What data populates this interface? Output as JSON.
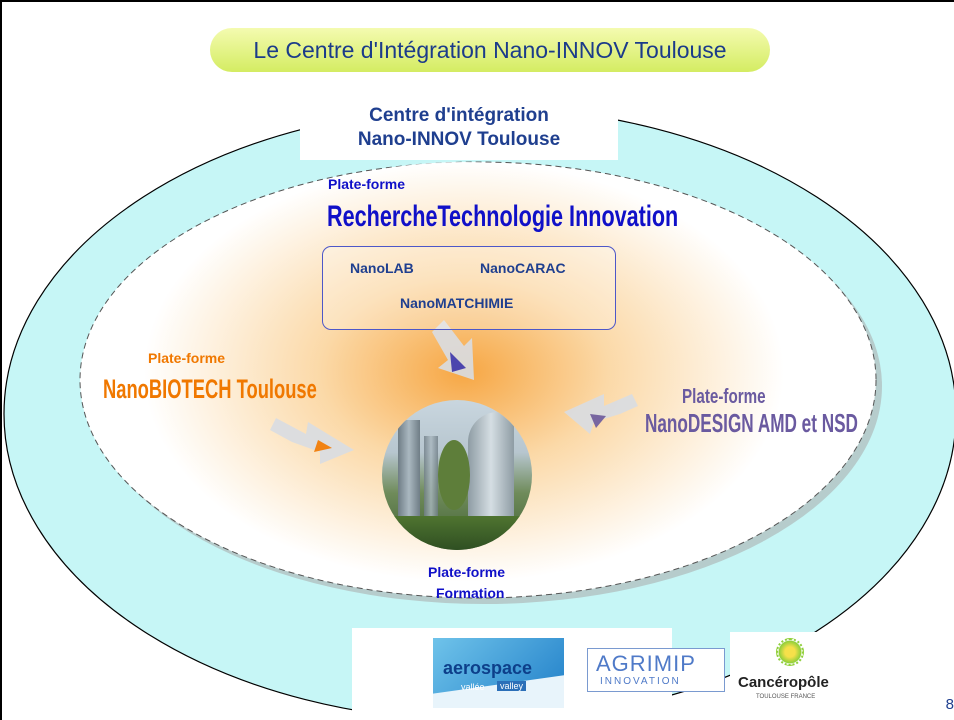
{
  "title": "Le Centre d'Intégration Nano-INNOV Toulouse",
  "center": {
    "line1": "Centre d'intégration",
    "line2": "Nano-INNOV Toulouse"
  },
  "platforms": {
    "rti": {
      "label": "Plate-forme",
      "name": "RechercheTechnologie Innovation",
      "items": [
        "NanoLAB",
        "NanoCARAC",
        "NanoMATCHIMIE"
      ]
    },
    "biotech": {
      "label": "Plate-forme",
      "name": "NanoBIOTECH Toulouse"
    },
    "design": {
      "label": "Plate-forme",
      "name": "NanoDESIGN AMD et NSD"
    },
    "formation": {
      "label": "Plate-forme",
      "name": "Formation"
    }
  },
  "logos": {
    "aerospace_main": "aerospace",
    "aerospace_sub1": "vallée",
    "aerospace_sub2": "valley",
    "agrimip_main": "AGRIMIP",
    "agrimip_sub": "INNOVATION",
    "cancero_main": "Cancéropôle",
    "cancero_sub": "TOULOUSE FRANCE"
  },
  "page_number": "8",
  "colors": {
    "title_text": "#1b3b8a",
    "orange": "#f07800",
    "purple": "#6a5aa0",
    "blue": "#1010c8",
    "ellipse_fill": "#c6f6f6"
  }
}
